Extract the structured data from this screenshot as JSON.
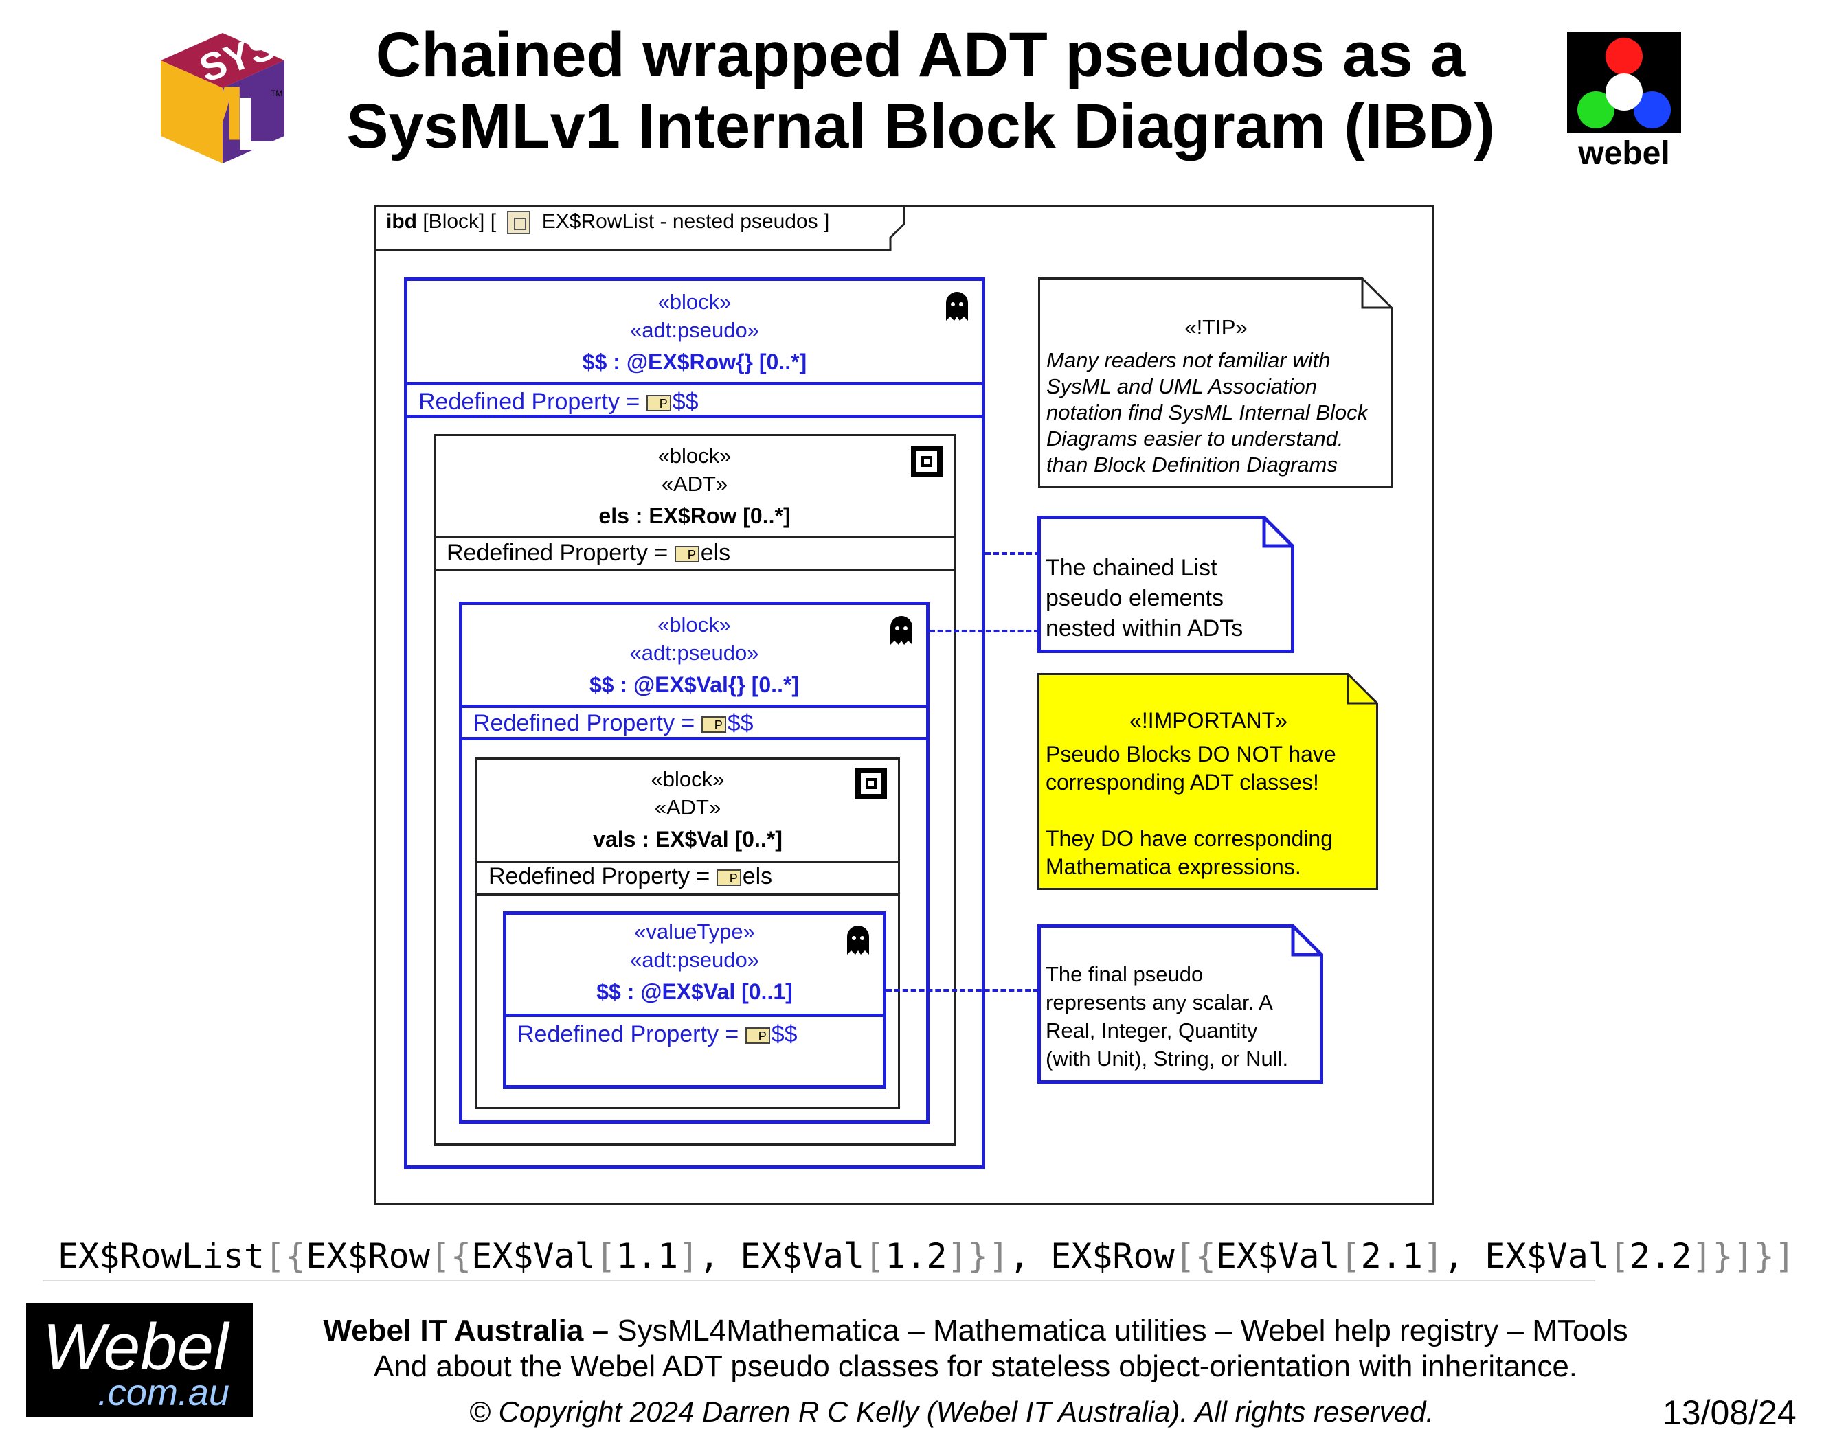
{
  "header": {
    "title_line1": "Chained wrapped ADT pseudos as a",
    "title_line2": "SysMLv1 Internal Block Diagram (IBD)",
    "sysml_logo": "SysML",
    "webel_logo_text": "webel"
  },
  "frame": {
    "kind": "ibd",
    "type": "[Block]",
    "open": "[",
    "name": "EX$RowList - nested pseudos",
    "close": "]"
  },
  "parts": {
    "row_pseudo": {
      "stereo1": "«block»",
      "stereo2": "«adt:pseudo»",
      "name": "$$ : @EX$Row{} [0..*]",
      "redef_label": "Redefined Property =",
      "redef_value": "$$",
      "icon": "ghost-icon"
    },
    "row_adt": {
      "stereo1": "«block»",
      "stereo2": "«ADT»",
      "name": "els : EX$Row [0..*]",
      "redef_label": "Redefined Property =",
      "redef_value": "els",
      "icon": "adt-block-icon"
    },
    "val_pseudo": {
      "stereo1": "«block»",
      "stereo2": "«adt:pseudo»",
      "name": "$$ : @EX$Val{} [0..*]",
      "redef_label": "Redefined Property =",
      "redef_value": "$$",
      "icon": "ghost-icon"
    },
    "val_adt": {
      "stereo1": "«block»",
      "stereo2": "«ADT»",
      "name": "vals : EX$Val [0..*]",
      "redef_label": "Redefined Property =",
      "redef_value": "els",
      "icon": "adt-block-icon"
    },
    "scalar_pseudo": {
      "stereo1": "«valueType»",
      "stereo2": "«adt:pseudo»",
      "name": "$$ : @EX$Val [0..1]",
      "redef_label": "Redefined Property =",
      "redef_value": "$$",
      "icon": "ghost-icon"
    },
    "p_glyph": "P"
  },
  "notes": {
    "tip": {
      "stereo": "«!TIP»",
      "lines": [
        "Many readers not familiar with",
        "SysML and UML Association",
        "notation find SysML Internal Block",
        "Diagrams easier to understand.",
        "than Block Definition Diagrams"
      ]
    },
    "chained": {
      "lines": [
        "The chained List",
        "pseudo elements",
        "nested within ADTs"
      ]
    },
    "important": {
      "stereo": "«!IMPORTANT»",
      "lines": [
        "Pseudo Blocks DO NOT have",
        "corresponding ADT classes!",
        "",
        "They DO have corresponding",
        "Mathematica expressions."
      ],
      "fill": "#ffff00"
    },
    "final": {
      "lines": [
        "The final pseudo",
        "represents any scalar. A",
        "Real, Integer, Quantity",
        "(with Unit), String, or Null."
      ]
    }
  },
  "expression": [
    {
      "t": "EX$RowList",
      "c": "n"
    },
    {
      "t": "[",
      "c": "b"
    },
    {
      "t": "{",
      "c": "b"
    },
    {
      "t": "EX$Row",
      "c": "n"
    },
    {
      "t": "[",
      "c": "b"
    },
    {
      "t": "{",
      "c": "b"
    },
    {
      "t": "EX$Val",
      "c": "n"
    },
    {
      "t": "[",
      "c": "b"
    },
    {
      "t": "1.1",
      "c": "n"
    },
    {
      "t": "]",
      "c": "b"
    },
    {
      "t": ", ",
      "c": "n"
    },
    {
      "t": "EX$Val",
      "c": "n"
    },
    {
      "t": "[",
      "c": "b"
    },
    {
      "t": "1.2",
      "c": "n"
    },
    {
      "t": "]",
      "c": "b"
    },
    {
      "t": "}",
      "c": "b"
    },
    {
      "t": "]",
      "c": "b"
    },
    {
      "t": ", ",
      "c": "n"
    },
    {
      "t": "EX$Row",
      "c": "n"
    },
    {
      "t": "[",
      "c": "b"
    },
    {
      "t": "{",
      "c": "b"
    },
    {
      "t": "EX$Val",
      "c": "n"
    },
    {
      "t": "[",
      "c": "b"
    },
    {
      "t": "2.1",
      "c": "n"
    },
    {
      "t": "]",
      "c": "b"
    },
    {
      "t": ", ",
      "c": "n"
    },
    {
      "t": "EX$Val",
      "c": "n"
    },
    {
      "t": "[",
      "c": "b"
    },
    {
      "t": "2.2",
      "c": "n"
    },
    {
      "t": "]",
      "c": "b"
    },
    {
      "t": "}",
      "c": "b"
    },
    {
      "t": "]",
      "c": "b"
    },
    {
      "t": "}",
      "c": "b"
    },
    {
      "t": "]",
      "c": "b"
    }
  ],
  "footer": {
    "company": "Webel IT Australia",
    "dash": " – ",
    "line1_rest": "SysML4Mathematica – Mathematica utilities – Webel help registry – MTools",
    "line2": "And about the Webel ADT pseudo classes for stateless object-orientation with inheritance.",
    "copyright": "© Copyright 2024 Darren R C Kelly (Webel IT Australia). All rights reserved.",
    "date": "13/08/24",
    "logo_main": "Webel",
    "logo_sub": ".com.au"
  },
  "colors": {
    "pseudo_blue": "#1f1fd8",
    "important_yellow": "#ffff00",
    "sysml_red": "#a81f4a",
    "sysml_yellow": "#f5b41a",
    "sysml_purple": "#5b2d8c"
  }
}
